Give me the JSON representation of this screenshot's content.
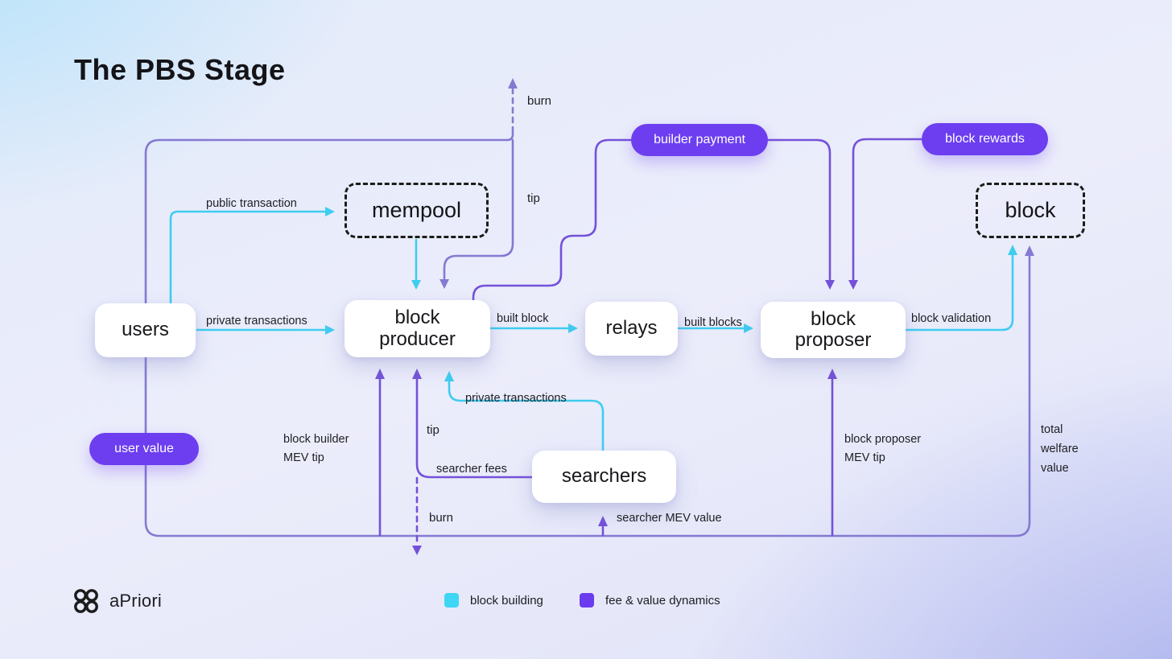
{
  "title": "The PBS Stage",
  "nodes": {
    "users": "users",
    "mempool": "mempool",
    "block_producer": "block producer",
    "relays": "relays",
    "block_proposer": "block proposer",
    "block": "block",
    "searchers": "searchers"
  },
  "pills": {
    "builder_payment": "builder payment",
    "block_rewards": "block rewards",
    "user_value": "user value"
  },
  "edge_labels": {
    "public_transaction": "public transaction",
    "private_transactions_users": "private transactions",
    "built_block": "built block",
    "built_blocks": "built blocks",
    "block_validation": "block validation",
    "burn_top": "burn",
    "tip_top": "tip",
    "private_transactions_searchers": "private transactions",
    "tip_mid": "tip",
    "searcher_fees": "searcher fees",
    "burn_bottom": "burn",
    "searcher_mev_value": "searcher MEV value",
    "block_builder_mev_line1": "block builder",
    "block_builder_mev_line2": "MEV tip",
    "block_proposer_mev_line1": "block proposer",
    "block_proposer_mev_line2": "MEV tip",
    "total_welfare_line1": "total",
    "total_welfare_line2": "welfare",
    "total_welfare_line3": "value"
  },
  "legend": {
    "block_building": "block building",
    "fee_value_dynamics": "fee & value dynamics"
  },
  "footer": {
    "brand": "aPriori"
  },
  "colors": {
    "cyan_line": "#3ecdf0",
    "frame_line": "#8579d2",
    "inner_purple_line": "#7352d9",
    "pill_purple": "#6c3ef0",
    "legend_cyan": "#3dd6f5",
    "legend_purple": "#6b3cee"
  }
}
